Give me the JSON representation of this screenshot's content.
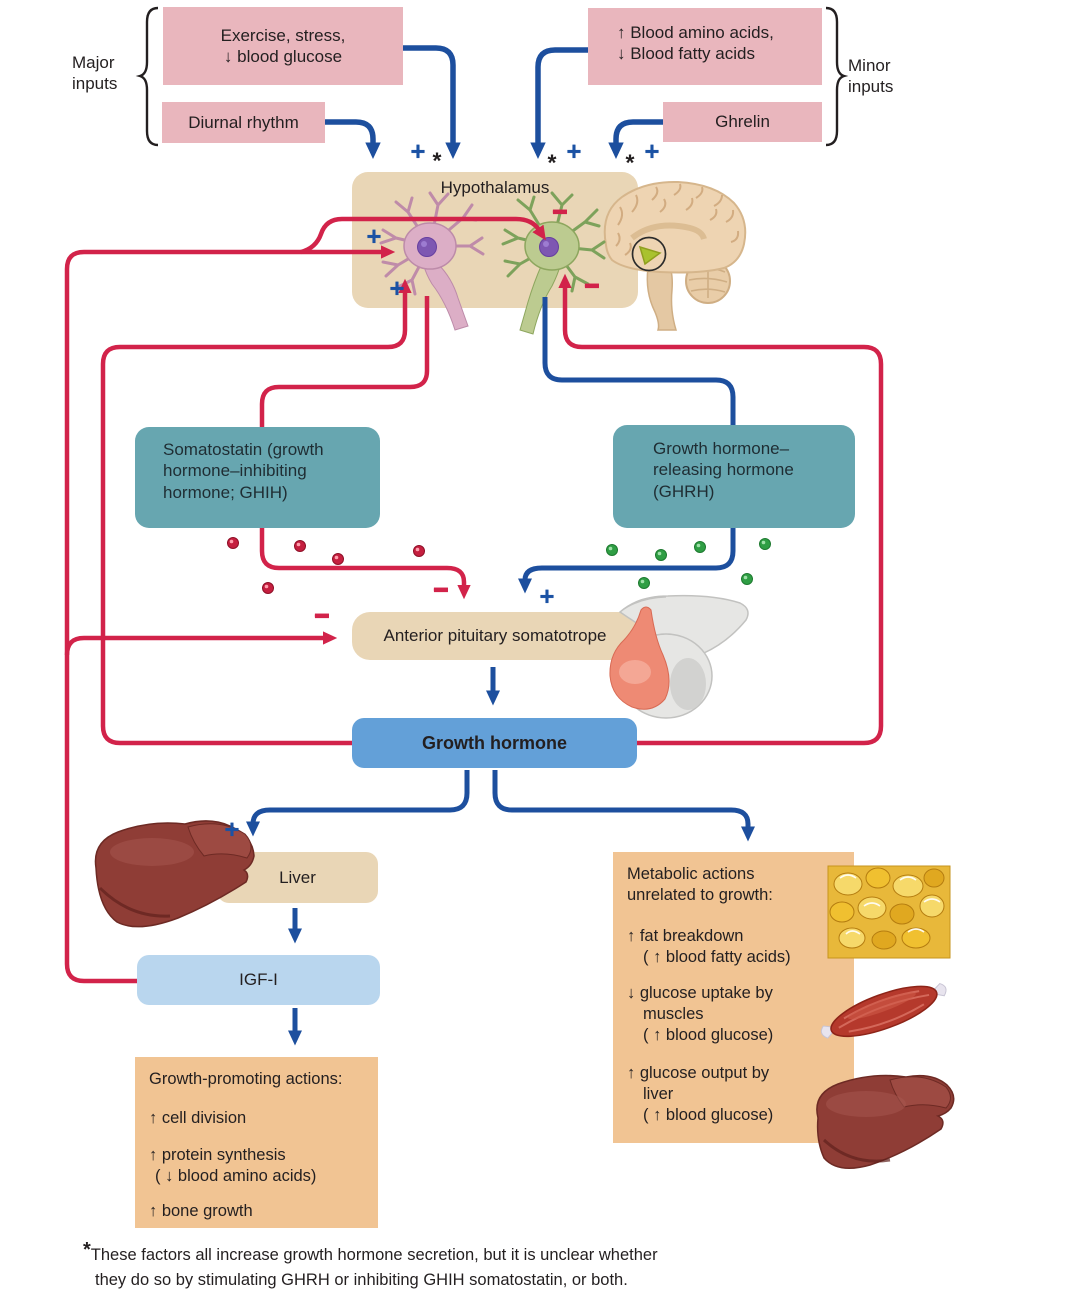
{
  "inputs": {
    "major_label": "Major\ninputs",
    "minor_label": "Minor\ninputs",
    "exercise": "Exercise, stress,\n↓ blood glucose",
    "diurnal": "Diurnal rhythm",
    "amino": "↑ Blood amino acids,\n↓ Blood fatty acids",
    "ghrelin": "Ghrelin"
  },
  "hypothalamus": {
    "label": "Hypothalamus"
  },
  "hormones": {
    "somatostatin": "Somatostatin (growth\nhormone–inhibiting\nhormone; GHIH)",
    "ghrh": "Growth hormone–\nreleasing hormone\n(GHRH)"
  },
  "pituitary": {
    "label": "Anterior pituitary somatotrope"
  },
  "growth_hormone": {
    "label": "Growth hormone"
  },
  "liver": {
    "label": "Liver"
  },
  "igf": {
    "label": "IGF-I"
  },
  "growth_actions": {
    "title": "Growth-promoting actions:",
    "lines": [
      "↑ cell division",
      "↑ protein synthesis",
      "( ↓ blood amino acids)",
      "↑ bone growth"
    ]
  },
  "metabolic_actions": {
    "title": "Metabolic actions\nunrelated to growth:",
    "lines": [
      "↑ fat breakdown",
      "( ↑ blood fatty acids)",
      "↓ glucose uptake by",
      "muscles",
      "( ↑ blood glucose)",
      "↑ glucose output by",
      "liver",
      "( ↑ blood glucose)"
    ]
  },
  "signs": {
    "plus": "+",
    "minus": "−",
    "asterisk": "*"
  },
  "footnote": {
    "marker": "*",
    "line1": "These factors all increase growth hormone secretion, but it is unclear whether",
    "line2": "they do so by stimulating GHRH or inhibiting GHIH somatostatin, or both."
  },
  "colors": {
    "pink_box": "#e9b6bd",
    "tan_box": "#e9d6b6",
    "teal_box": "#67a6b0",
    "gh_blue_box": "#63a0d8",
    "igf_blue_box": "#b9d6ee",
    "orange_box": "#f1c493",
    "red_line": "#d2234a",
    "blue_line": "#1d4f9e"
  }
}
